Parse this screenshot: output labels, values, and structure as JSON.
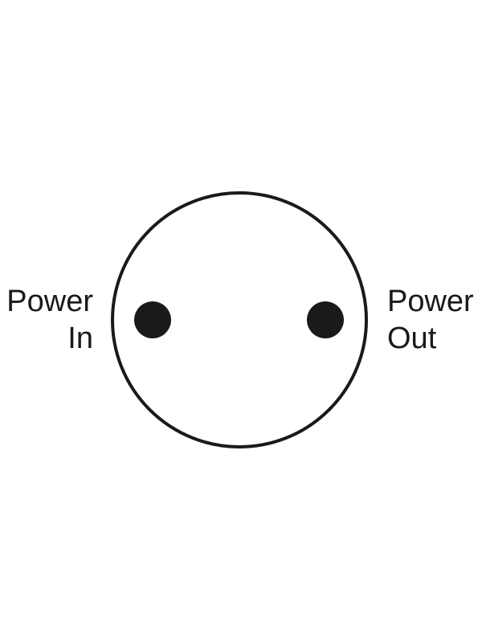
{
  "labels": {
    "power_in": {
      "line1": "Power",
      "line2": "In"
    },
    "power_out": {
      "line1": "Power",
      "line2": "Out"
    }
  },
  "colors": {
    "stroke": "#1a1a1a",
    "terminal": "#1a1a1a",
    "background": "#ffffff"
  }
}
